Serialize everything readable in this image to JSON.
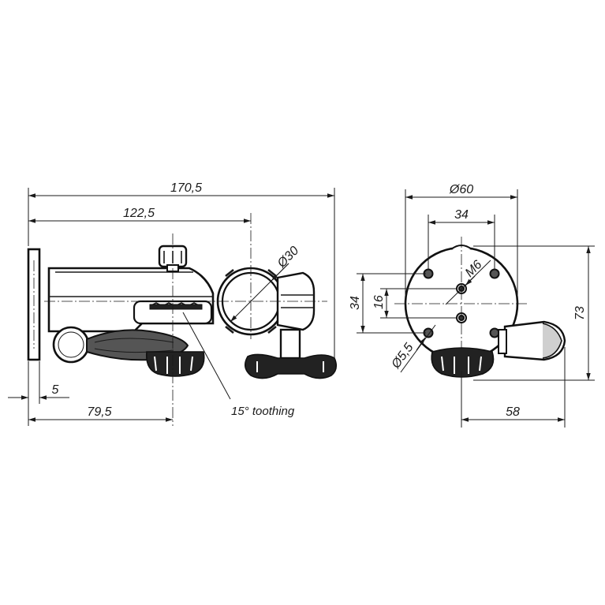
{
  "dimensions": {
    "overall_length": "170,5",
    "to_clamp_axis": "122,5",
    "flange_thickness": "5",
    "to_rotation_axis": "79,5",
    "clamp_bore": "Ø30",
    "plate_diameter": "Ø60",
    "hole_spacing_outer": "34",
    "hole_spacing_vertical": "34",
    "thread_spacing": "16",
    "thread": "M6",
    "hole_diameter": "Ø5,5",
    "height": "73",
    "knob_offset": "58"
  },
  "notes": {
    "toothing": "15° toothing"
  }
}
